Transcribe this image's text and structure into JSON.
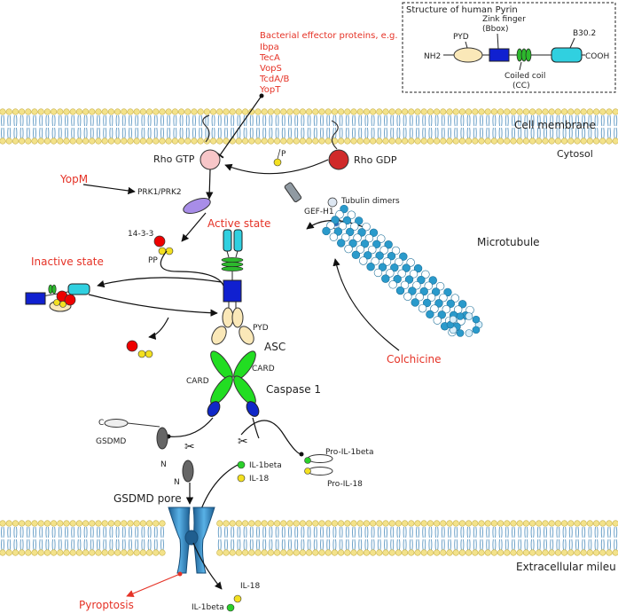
{
  "inset": {
    "title": "Structure of human Pyrin",
    "nh2": "NH2",
    "pyd": "PYD",
    "zinc_line1": "Zink finger",
    "zinc_line2": "(Bbox)",
    "b302": "B30.2",
    "cooh": "COOH",
    "coil_line1": "Coiled coil",
    "coil_line2": "(CC)"
  },
  "bacterial": {
    "heading": "Bacterial effector proteins, e.g.",
    "items": [
      "Ibpa",
      "TecA",
      "VopS",
      "TcdA/B",
      "YopT"
    ]
  },
  "labels": {
    "cell_membrane": "Cell membrane",
    "cytosol": "Cytosol",
    "rho_gtp": "Rho GTP",
    "rho_gdp": "Rho GDP",
    "p": "P",
    "yopm": "YopM",
    "prk": "PRK1/PRK2",
    "active_state": "Active state",
    "protein_1433": "14-3-3",
    "pp": "PP",
    "gef_h1": "GEF-H1",
    "tubulin_dimers": "Tubulin dimers",
    "microtubule": "Microtubule",
    "inactive_state": "Inactive state",
    "pyd": "PYD",
    "asc": "ASC",
    "card_left": "CARD",
    "card_right": "CARD",
    "caspase1": "Caspase 1",
    "colchicine": "Colchicine",
    "c": "C",
    "gsdmd": "GSDMD",
    "n_upper": "N",
    "n_lower": "N",
    "pro_il1beta": "Pro-IL-1beta",
    "pro_il18": "Pro-IL-18",
    "il1beta": "IL-1beta",
    "il18": "IL-18",
    "gsdmd_pore": "GSDMD pore",
    "extracellular": "Extracellular mileu",
    "pyroptosis": "Pyroptosis",
    "il18_out": "IL-18",
    "il1beta_out": "IL-1beta"
  },
  "colors": {
    "red_text": "#e53226",
    "pyd": "#fae8b8",
    "bbox": "#1020d0",
    "coil": "#2db82d",
    "b302": "#30d0e0",
    "rho_gdp": "#d02a2a",
    "rho_gtp": "#f7c6c8",
    "card": "#22dd22",
    "caspase": "#1028c8",
    "membrane_head": "#f3e28a",
    "membrane_tail": "#6fa3c9",
    "pore": "#3a8fc8",
    "microtubule_a": "#2a9acb",
    "microtubule_b": "#ffffff"
  }
}
